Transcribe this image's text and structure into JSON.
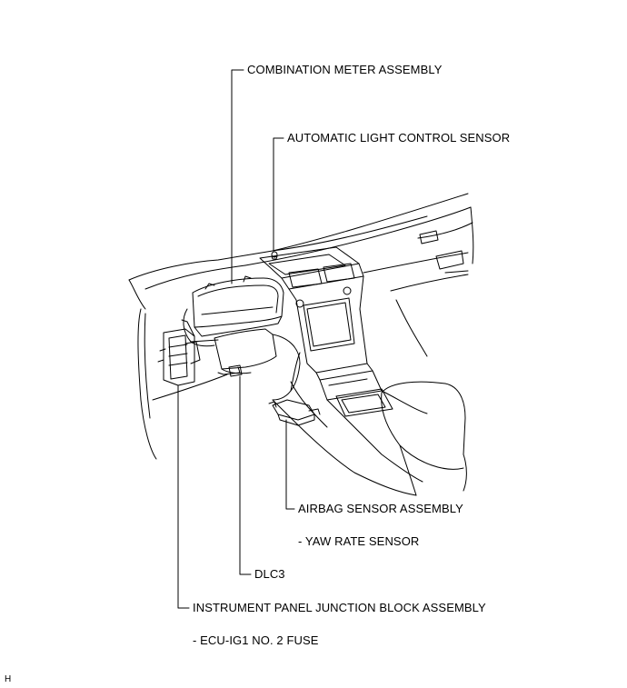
{
  "callouts": {
    "combination_meter": "COMBINATION METER ASSEMBLY",
    "light_sensor": "AUTOMATIC LIGHT CONTROL SENSOR",
    "airbag_sensor": "AIRBAG SENSOR ASSEMBLY",
    "yaw_rate": "- YAW RATE SENSOR",
    "dlc3": "DLC3",
    "junction_block": "INSTRUMENT PANEL JUNCTION BLOCK ASSEMBLY",
    "ecu_fuse": "- ECU-IG1 NO. 2 FUSE"
  },
  "page_code": "H",
  "colors": {
    "line": "#000000",
    "background": "#ffffff"
  }
}
